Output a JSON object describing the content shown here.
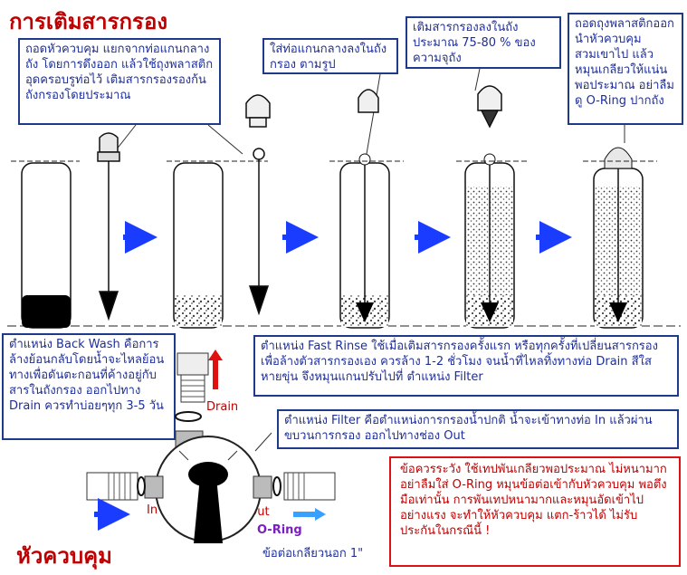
{
  "header": {
    "title": "การเติมสารกรอง"
  },
  "steps": [
    {
      "note": "ถอดหัวควบคุม แยกจากท่อแกนกลางถัง โดยการดึงออก แล้วใช้ถุงพลาสติก อุดครอบรูท่อไว้ เติมสารกรองรองก้นถังกรองโดยประมาณ"
    },
    {
      "note": "ใส่ท่อแกนกลางลงในถังกรอง ตามรูป"
    },
    {
      "note": "เติมสารกรองลงในถังประมาณ 75-80 % ของความจุถัง"
    },
    {
      "note": "ถอดถุงพลาสติกออก นำหัวควบคุมสวมเขาไป แล้วหมุนเกลียวให้แน่นพอประมาณ อย่าลืมดู O-Ring ปากถัง"
    }
  ],
  "modes": {
    "backwash": "ตำแหน่ง Back Wash คือการล้างย้อนกลับโดยน้ำจะไหลย้อนทางเพื่อดันตะกอนที่ค้างอยู่กับสารในถังกรอง ออกไปทาง Drain ควรทำบ่อยๆทุก 3-5 วัน",
    "fastrinse": "ตำแหน่ง Fast Rinse ใช้เมื่อเติมสารกรองครั้งแรก หรือทุกครั้งที่เปลี่ยนสารกรอง เพื่อล้างตัวสารกรองเอง ควรล้าง 1-2 ชั่วโมง จนน้ำที่ไหลทิ้งทางท่อ Drain สีใส หายขุ่น จึงหมุนแกนปรับไปที่ ตำแหน่ง Filter",
    "filter": "ตำแหน่ง Filter คือตำแหน่งการกรองน้ำปกติ น้ำจะเข้าทางท่อ In แล้วผ่านขบวนการกรอง ออกไปทางช่อง Out"
  },
  "labels": {
    "drain": "Drain",
    "in": "In",
    "out": "Out",
    "oring": "O-Ring",
    "connector": "ข้อต่อเกลียวนอก 1\""
  },
  "warning": "ข้อควรระวัง ใช้เทปพันเกลียวพอประมาณ ไม่หนามาก อย่าลืมใส่ O-Ring หมุนข้อต่อเข้ากับหัวควบคุม พอตึงมือเท่านั้น การพันเทปหนามากและหมุนอัดเข้าไปอย่างแรง จะทำให้หัวควบคุม แตก-ร้าวได้ ไม่รับประกันในกรณีนี้ !",
  "footer": {
    "title": "หัวควบคุม"
  },
  "colors": {
    "accent_red": "#c00000",
    "box_blue": "#1e2f9a",
    "arrow_blue": "#1a3cff",
    "drain_arrow": "#e01010",
    "out_arrow": "#3aa0ff"
  }
}
